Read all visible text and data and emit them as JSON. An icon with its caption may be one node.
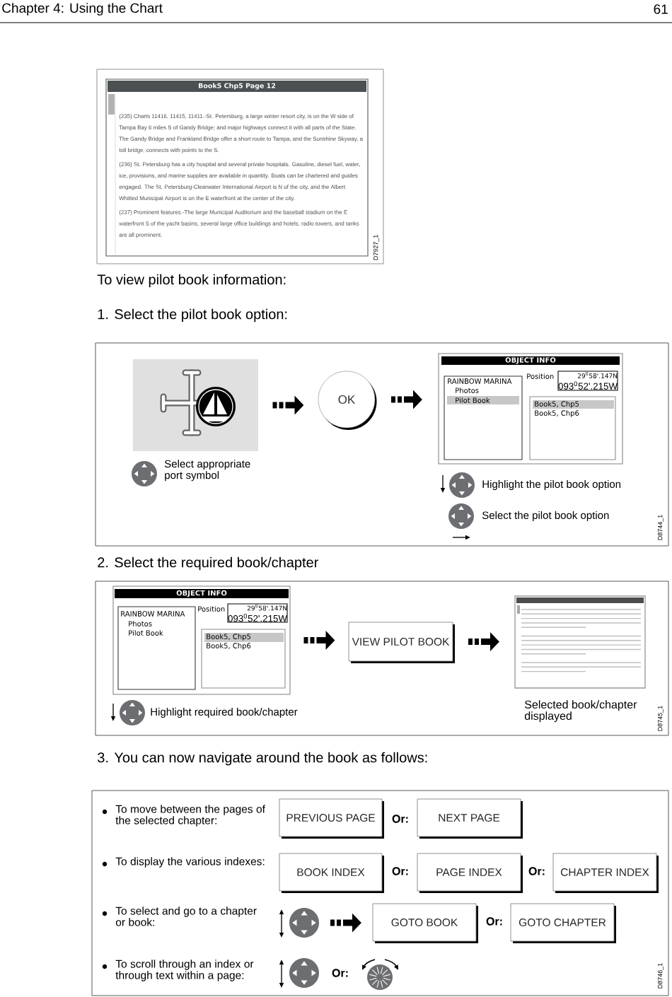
{
  "diagram": {
    "nodes": [
      {
        "text": [
          "Book5 Chp5 Page 12",
          "(235) Charts 11416, 11415, 11411.-St. Petersburg, a large winter resort city, is on the W side of Tampa Bay 6 miles S of Gandy Bridge; and major highways connect it with all parts of the State. The Gandy Bridge and Frankland Bridge offer a short route to Tampa, and the Sunshine Skyway, a toll bridge, connects with points to the S.",
          "(236) St. Petersburg has a city hospital and several private hospitals. Gasoline, diesel fuel, water, ice, provisions, and marine supplies are available in quantity. Boats can be chartered and guides engaged. The St. Petersburg-Clearwater International Airport is N of the city, and the Albert Whitted Municipal Airport is on the E waterfront at the center of the city.",
          "(237) Prominent features.-The large Municipal Auditorium and the baseball stadium on the E waterfront S of the yacht basins, several large office buildings and hotels, radio towers, and tanks are all prominent."
        ]
      },
      {
        "text": [],
        "shape": "picture"
      },
      {
        "text": [
          "OK"
        ]
      },
      {
        "text": [
          "OBJECT INFO",
          "Position"
        ]
      },
      {
        "text": [
          "RAINBOW MARINA",
          "Photos",
          "Pilot Book"
        ],
        "in": 3
      },
      {
        "text": [
          "29$^{0}$58'.147N",
          "093$^{0}$52'.215W"
        ],
        "in": 3
      },
      {
        "text": [
          "Book5, Chp5",
          "Book5, Chp6"
        ],
        "in": 3
      },
      {
        "text": [
          "OBJECT INFO",
          "Position"
        ]
      },
      {
        "text": [
          "RAINBOW MARINA",
          "Photos",
          "Pilot Book"
        ],
        "in": 7
      },
      {
        "text": [
          "29$^{0}$58'.147N",
          "093$^{0}$52'.215W"
        ],
        "in": 7
      },
      {
        "text": [
          "Book5, Chp5",
          "Book5, Chp6"
        ],
        "in": 7
      },
      {
        "text": [
          "VIEW PILOT BOOK"
        ]
      },
      {
        "text": [],
        "shape": "picture",
        "beside": [
          "Selected book/chapter displayed"
        ]
      },
      {
        "text": [
          "PREVIOUS PAGE"
        ]
      },
      {
        "text": [
          "NEXT PAGE"
        ]
      },
      {
        "text": [
          "BOOK INDEX"
        ]
      },
      {
        "text": [
          "PAGE INDEX"
        ]
      },
      {
        "text": [
          "CHAPTER INDEX"
        ]
      },
      {
        "text": [],
        "shape": "circle"
      },
      {
        "text": [
          "GOTO BOOK"
        ]
      },
      {
        "text": [
          "GOTO CHAPTER"
        ]
      }
    ],
    "edges": [
      {
        "from": 1,
        "to": 2,
        "arrow": "to"
      },
      {
        "from": 2,
        "to": 3,
        "arrow": "to"
      },
      {
        "from": 7,
        "to": 11,
        "arrow": "to"
      },
      {
        "from": 11,
        "to": 12,
        "arrow": "to"
      },
      {
        "from": 18,
        "to": 19,
        "arrow": "to"
      }
    ],
    "labels": [
      "Chapter 4: Using the Chart",
      "61",
      "D7927_1",
      "To view pilot book information:",
      "1. Select the pilot book option:",
      "Select appropriate port symbol",
      "Highlight the pilot book option",
      "Select the pilot book option",
      "D8744_1",
      "2. Select the required book/chapter",
      "Highlight required book/chapter",
      "D8745_1",
      "3. You can now navigate around the book as follows:",
      "To move between the pages of the selected chapter:",
      "Or:",
      "To display the various indexes:",
      "Or:",
      "Or:",
      "To select and go to a chapter or book:",
      "Or:",
      "To scroll through an index or through text within a page:",
      "Or:",
      "D8746_1"
    ]
  }
}
